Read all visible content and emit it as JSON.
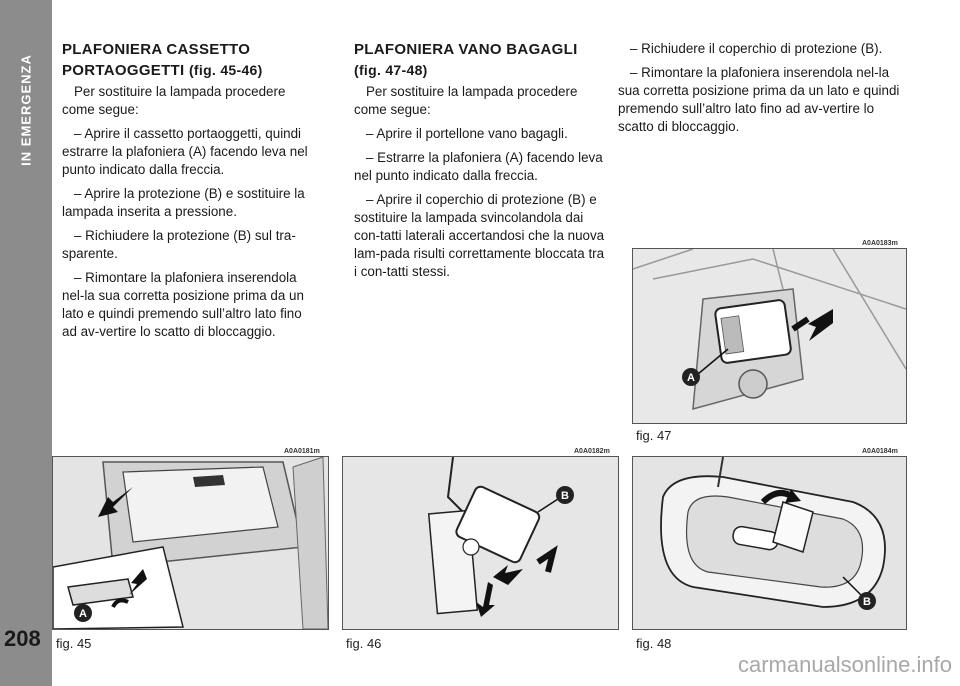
{
  "sidebar": {
    "section_label": "IN EMERGENZA",
    "page_number": "208"
  },
  "col1": {
    "heading": "PLAFONIERA CASSETTO PORTAOGGETTI",
    "heading_ref": "(fig. 45-46)",
    "p1": "Per sostituire la lampada procedere come segue:",
    "p2": "– Aprire il cassetto portaoggetti, quindi estrarre la plafoniera (A) facendo leva nel punto indicato dalla freccia.",
    "p3": "– Aprire la protezione (B) e sostituire la lampada inserita a pressione.",
    "p4": "– Richiudere la protezione (B) sul tra-sparente.",
    "p5": "– Rimontare la plafoniera inserendola nel-la sua corretta posizione prima da un lato e quindi premendo sull’altro lato fino ad av-vertire lo scatto di bloccaggio."
  },
  "col2": {
    "heading": "PLAFONIERA VANO BAGAGLI",
    "heading_ref": "(fig. 47-48)",
    "p1": "Per sostituire la lampada procedere come segue:",
    "p2": "– Aprire il portellone vano bagagli.",
    "p3": "– Estrarre la plafoniera (A) facendo leva nel punto indicato dalla freccia.",
    "p4": "– Aprire il coperchio di protezione (B) e sostituire la lampada svincolandola dai con-tatti laterali accertandosi che la nuova lam-pada risulti correttamente bloccata tra i con-tatti stessi."
  },
  "col3": {
    "p1": "– Richiudere il coperchio di protezione (B).",
    "p2": "– Rimontare la plafoniera inserendola nel-la sua corretta posizione prima da un lato e quindi premendo sull’altro lato fino ad av-vertire lo scatto di bloccaggio."
  },
  "figures": {
    "fig45": {
      "code": "A0A0181m",
      "caption": "fig. 45",
      "label": "A"
    },
    "fig46": {
      "code": "A0A0182m",
      "caption": "fig. 46",
      "label": "B"
    },
    "fig47": {
      "code": "A0A0183m",
      "caption": "fig. 47",
      "label": "A"
    },
    "fig48": {
      "code": "A0A0184m",
      "caption": "fig. 48",
      "label": "B"
    }
  },
  "watermark": "carmanualsonline.info"
}
